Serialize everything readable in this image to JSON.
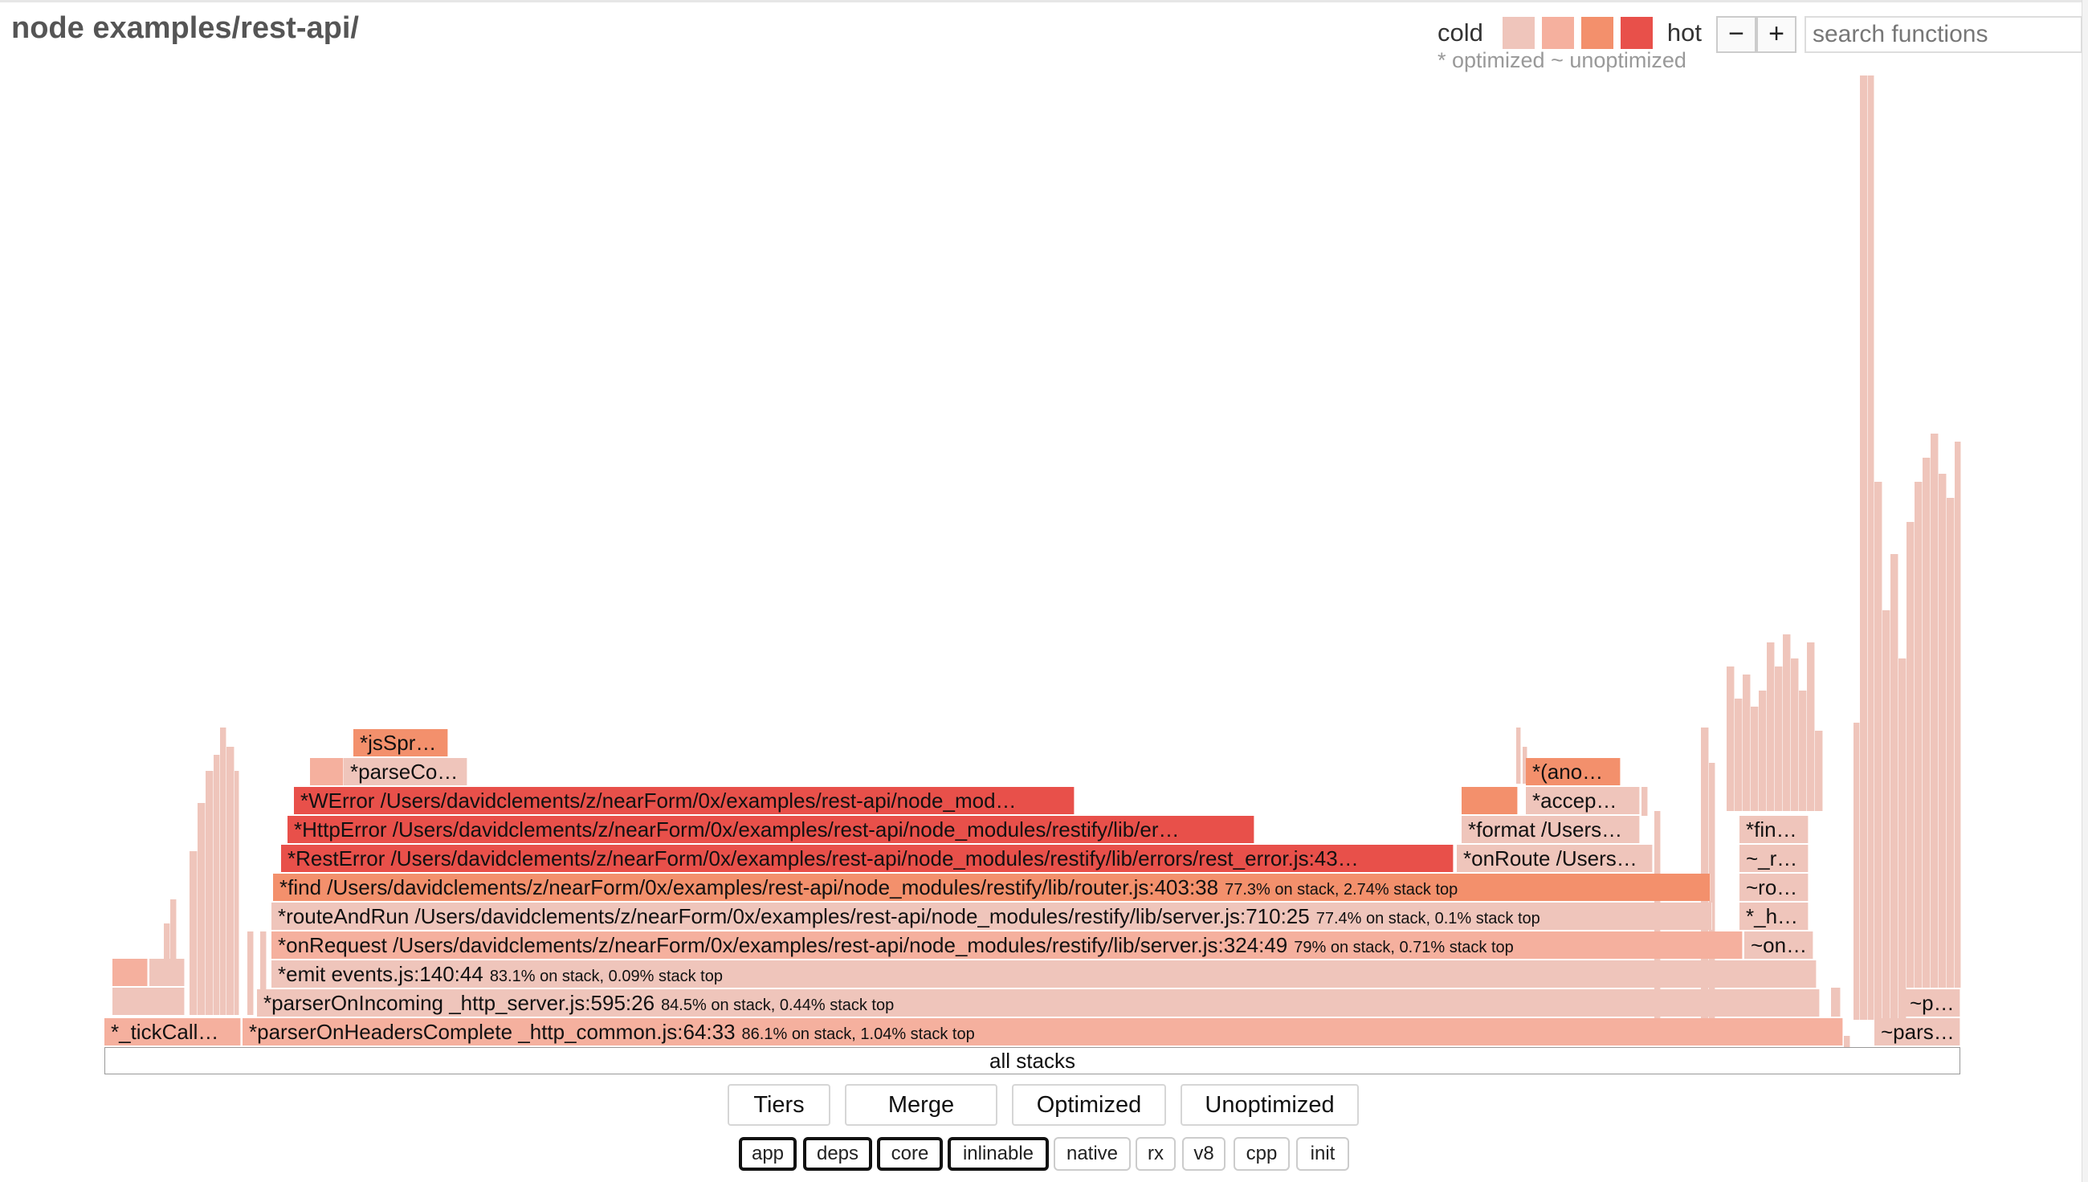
{
  "title": "node examples/rest-api/",
  "legend": {
    "cold_label": "cold",
    "hot_label": "hot",
    "swatch_colors": [
      "#efc5bb",
      "#f5b09e",
      "#f3906c",
      "#e8504a"
    ],
    "note": "* optimized ~ unoptimized"
  },
  "zoom": {
    "minus_label": "−",
    "plus_label": "+"
  },
  "search": {
    "placeholder": "search functions"
  },
  "flamegraph": {
    "root_label": "all stacks",
    "frames": {
      "tickcall": "*_tickCall…",
      "pohc": "*parserOnHeadersComplete _http_common.js:64:33",
      "pohc_stat": "86.1% on stack, 1.04% stack top",
      "parsright": "~pars…",
      "poi": "*parserOnIncoming _http_server.js:595:26",
      "poi_stat": "84.5% on stack, 0.44% stack top",
      "pright": "~p…",
      "emit": "*emit events.js:140:44",
      "emit_stat": "83.1% on stack, 0.09% stack top",
      "onrequest": "*onRequest /Users/davidclements/z/nearForm/0x/examples/rest-api/node_modules/restify/lib/server.js:324:49",
      "onrequest_stat": "79% on stack, 0.71% stack top",
      "on": "~on…",
      "routeandrun": "*routeAndRun /Users/davidclements/z/nearForm/0x/examples/rest-api/node_modules/restify/lib/server.js:710:25",
      "routeandrun_stat": "77.4% on stack, 0.1% stack top",
      "h": "*_h…",
      "find": "*find /Users/davidclements/z/nearForm/0x/examples/rest-api/node_modules/restify/lib/router.js:403:38",
      "find_stat": "77.3% on stack, 2.74% stack top",
      "ro": "~ro…",
      "resterror": "*RestError /Users/davidclements/z/nearForm/0x/examples/rest-api/node_modules/restify/lib/errors/rest_error.js:43…",
      "onroute": "*onRoute /Users…",
      "r": "~_r…",
      "httperror": "*HttpError /Users/davidclements/z/nearForm/0x/examples/rest-api/node_modules/restify/lib/er…",
      "format": "*format /Users…",
      "fin": "*fin…",
      "werror": "*WError /Users/davidclements/z/nearForm/0x/examples/rest-api/node_mod…",
      "accep": "*accep…",
      "parseco": "*parseCo…",
      "ano": "*(ano…",
      "jsspr": "*jsSpr…"
    }
  },
  "views": [
    "Tiers",
    "Merge",
    "Optimized",
    "Unoptimized"
  ],
  "filters": [
    {
      "label": "app",
      "active": true
    },
    {
      "label": "deps",
      "active": true
    },
    {
      "label": "core",
      "active": true
    },
    {
      "label": "inlinable",
      "active": true
    },
    {
      "label": "native",
      "active": false
    },
    {
      "label": "rx",
      "active": false
    },
    {
      "label": "v8",
      "active": false
    },
    {
      "label": "cpp",
      "active": false
    },
    {
      "label": "init",
      "active": false
    }
  ]
}
